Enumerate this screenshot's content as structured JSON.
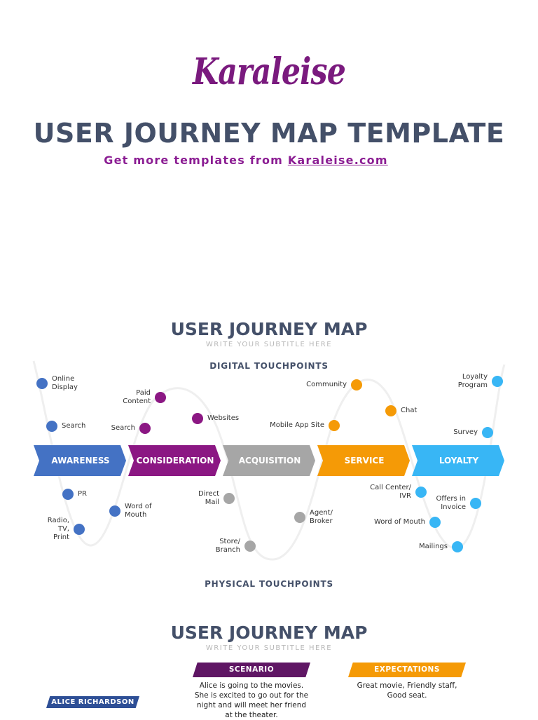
{
  "header": {
    "brand_logo_text": "Karaleise",
    "title": "USER JOURNEY MAP TEMPLATE",
    "promo_prefix": "Get more templates from ",
    "promo_link": "Karaleise.com"
  },
  "map1": {
    "title": "USER JOURNEY MAP",
    "subtitle": "WRITE YOUR SUBTITLE HERE",
    "digital_heading": "DIGITAL TOUCHPOINTS",
    "physical_heading": "PHYSICAL TOUCHPOINTS",
    "stages": [
      {
        "label": "AWARENESS",
        "color": "#4472c4"
      },
      {
        "label": "CONSIDERATION",
        "color": "#8b1783"
      },
      {
        "label": "ACQUISITION",
        "color": "#a6a6a6"
      },
      {
        "label": "SERVICE",
        "color": "#f59a06"
      },
      {
        "label": "LOYALTY",
        "color": "#38b6f5"
      }
    ],
    "touchpoints": [
      {
        "label": "Online\nDisplay",
        "color": "#4472c4"
      },
      {
        "label": "Search",
        "color": "#4472c4"
      },
      {
        "label": "PR",
        "color": "#4472c4"
      },
      {
        "label": "Radio,\nTV,\nPrint",
        "color": "#4472c4"
      },
      {
        "label": "Word of\nMouth",
        "color": "#4472c4"
      },
      {
        "label": "Paid\nContent",
        "color": "#8b1783"
      },
      {
        "label": "Search",
        "color": "#8b1783"
      },
      {
        "label": "Websites",
        "color": "#8b1783"
      },
      {
        "label": "Direct\nMail",
        "color": "#a6a6a6"
      },
      {
        "label": "Store/\nBranch",
        "color": "#a6a6a6"
      },
      {
        "label": "Agent/\nBroker",
        "color": "#a6a6a6"
      },
      {
        "label": "Community",
        "color": "#f59a06"
      },
      {
        "label": "Mobile App Site",
        "color": "#f59a06"
      },
      {
        "label": "Chat",
        "color": "#f59a06"
      },
      {
        "label": "Call Center/\nIVR",
        "color": "#38b6f5"
      },
      {
        "label": "Word of Mouth",
        "color": "#38b6f5"
      },
      {
        "label": "Loyalty\nProgram",
        "color": "#38b6f5"
      },
      {
        "label": "Survey",
        "color": "#38b6f5"
      },
      {
        "label": "Offers in\nInvoice",
        "color": "#38b6f5"
      },
      {
        "label": "Mailings",
        "color": "#38b6f5"
      }
    ]
  },
  "map2": {
    "title": "USER JOURNEY MAP",
    "subtitle": "WRITE YOUR SUBTITLE HERE",
    "scenario_label": "SCENARIO",
    "scenario_text": "Alice is going to the movies. She is excited to go out for the night and will meet her friend at the theater.",
    "expectations_label": "EXPECTATIONS",
    "expectations_text": "Great movie, Friendly staff, Good seat.",
    "persona_name": "ALICE RICHARDSON"
  }
}
